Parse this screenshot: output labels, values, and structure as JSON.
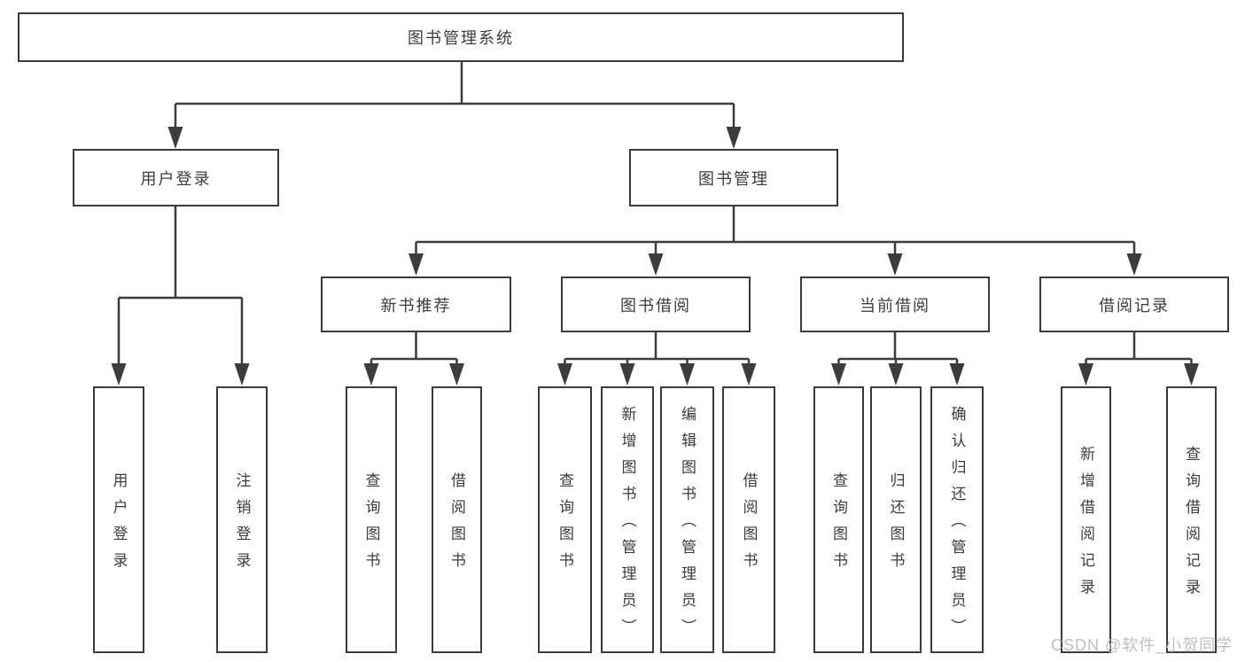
{
  "colors": {
    "line": "#3c3c3c",
    "text": "#3c3c3c",
    "watermark": "#bfbfbf"
  },
  "tree": {
    "root": {
      "label": "图书管理系统"
    },
    "branches": [
      {
        "label": "用户登录",
        "children": [
          {
            "label": "用户登录"
          },
          {
            "label": "注销登录"
          }
        ]
      },
      {
        "label": "图书管理",
        "children": [
          {
            "label": "新书推荐",
            "children": [
              {
                "label": "查询图书"
              },
              {
                "label": "借阅图书"
              }
            ]
          },
          {
            "label": "图书借阅",
            "children": [
              {
                "label": "查询图书"
              },
              {
                "label": "新增图书（管理员）"
              },
              {
                "label": "编辑图书（管理员）"
              },
              {
                "label": "借阅图书"
              }
            ]
          },
          {
            "label": "当前借阅",
            "children": [
              {
                "label": "查询图书"
              },
              {
                "label": "归还图书"
              },
              {
                "label": "确认归还（管理员）"
              }
            ]
          },
          {
            "label": "借阅记录",
            "children": [
              {
                "label": "新增借阅记录"
              },
              {
                "label": "查询借阅记录"
              }
            ]
          }
        ]
      }
    ]
  },
  "watermark": {
    "text": "CSDN @软件_小贺同学"
  }
}
